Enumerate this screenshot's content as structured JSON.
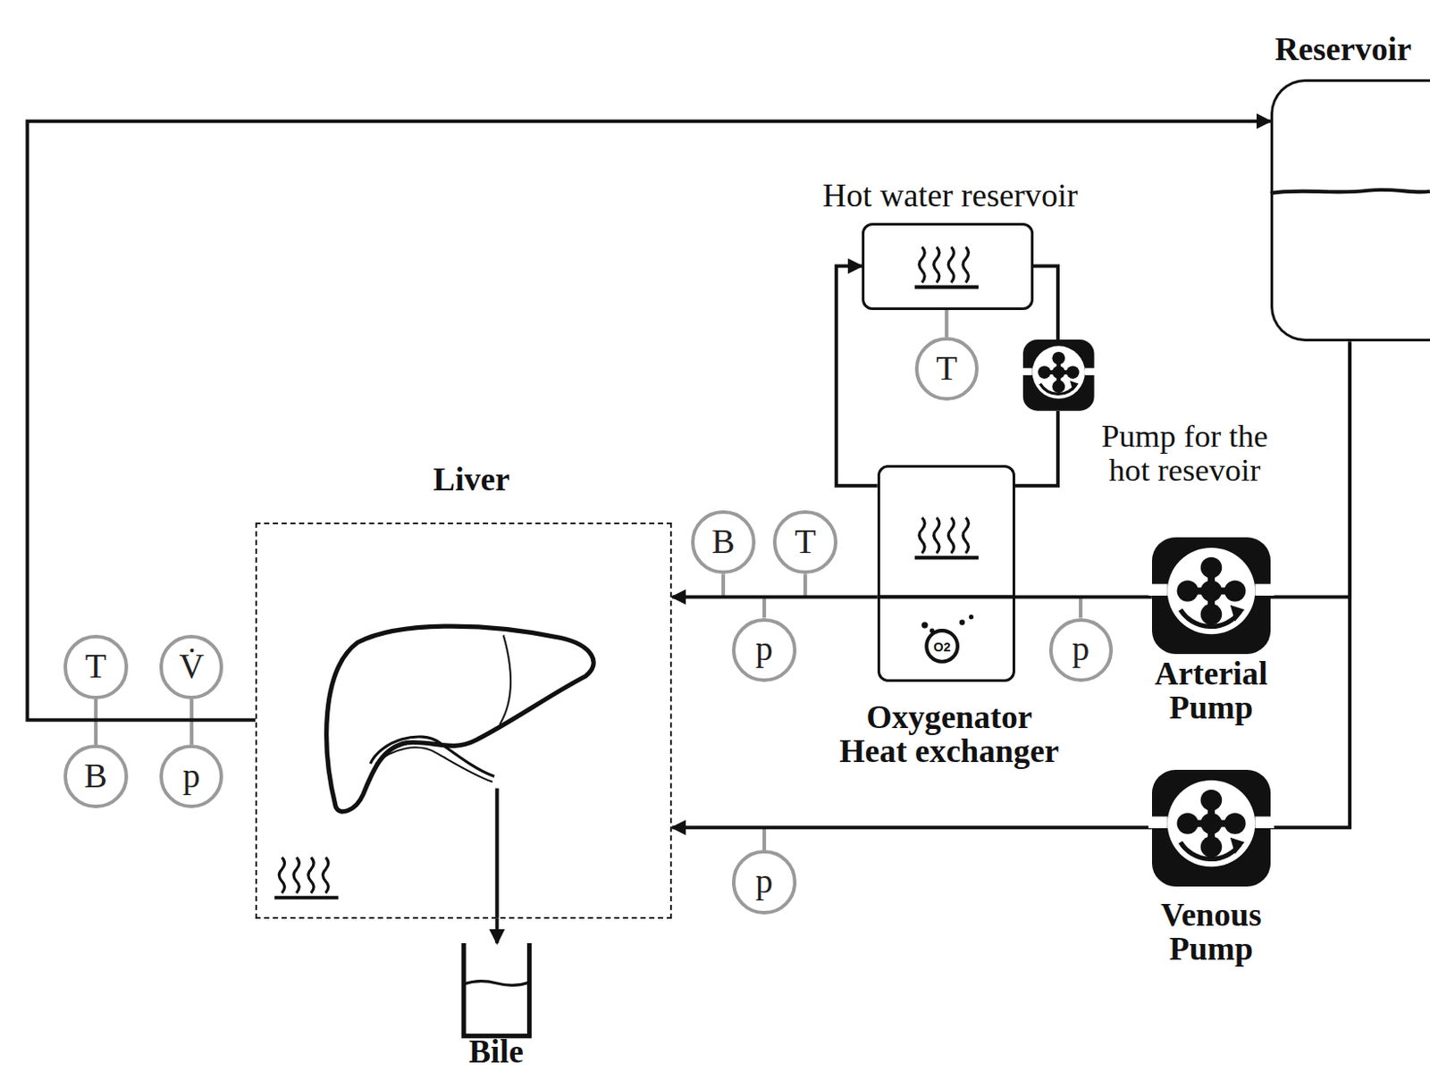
{
  "diagram": {
    "nodes": [
      {
        "text": [
          "Reservoir"
        ]
      },
      {
        "text": [
          "Hot water reservoir"
        ]
      },
      {
        "text": [
          "T"
        ]
      },
      {
        "text": [
          "Pump for the hot resevoir"
        ]
      },
      {
        "text": [
          "Liver"
        ]
      },
      {
        "text": [
          "B"
        ]
      },
      {
        "text": [
          "T"
        ]
      },
      {
        "text": [
          "Oxygenator Heat exchanger"
        ]
      },
      {
        "text": [
          "p"
        ]
      },
      {
        "text": [
          "p"
        ]
      },
      {
        "text": [
          "Arterial Pump"
        ]
      },
      {
        "text": [
          "T"
        ]
      },
      {
        "text": [
          "V̇"
        ]
      },
      {
        "text": [
          "B"
        ]
      },
      {
        "text": [
          "p"
        ]
      },
      {
        "text": [
          "p"
        ]
      },
      {
        "text": [
          "Venous Pump"
        ]
      },
      {
        "text": [
          "Bile"
        ]
      }
    ],
    "edges": [
      {
        "from": 0,
        "to": 10,
        "arrow": "none"
      },
      {
        "from": 0,
        "to": 16,
        "arrow": "none"
      },
      {
        "from": 10,
        "to": 7,
        "arrow": "none"
      },
      {
        "from": 7,
        "to": 4,
        "arrow": "to"
      },
      {
        "from": 16,
        "to": 4,
        "arrow": "to"
      },
      {
        "from": 4,
        "to": 0,
        "arrow": "to"
      },
      {
        "from": 4,
        "to": 17,
        "arrow": "to"
      },
      {
        "from": 1,
        "to": 3,
        "arrow": "none"
      },
      {
        "from": 3,
        "to": 7,
        "arrow": "none"
      },
      {
        "from": 7,
        "to": 1,
        "arrow": "to"
      }
    ],
    "labels": [
      "O2"
    ]
  }
}
